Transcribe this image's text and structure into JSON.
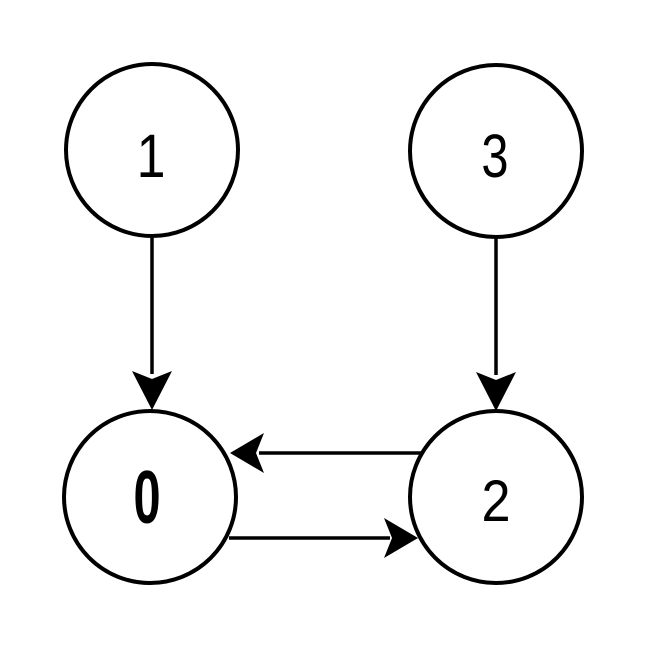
{
  "graph": {
    "type": "directed-graph",
    "background_color": "#ffffff",
    "node_fill_color": "#ffffff",
    "stroke_color": "#000000",
    "nodes": [
      {
        "id": "0",
        "label": "0"
      },
      {
        "id": "1",
        "label": "1"
      },
      {
        "id": "2",
        "label": "2"
      },
      {
        "id": "3",
        "label": "3"
      }
    ],
    "edges": [
      {
        "from": "1",
        "to": "0"
      },
      {
        "from": "3",
        "to": "2"
      },
      {
        "from": "2",
        "to": "0"
      },
      {
        "from": "0",
        "to": "2"
      }
    ]
  }
}
